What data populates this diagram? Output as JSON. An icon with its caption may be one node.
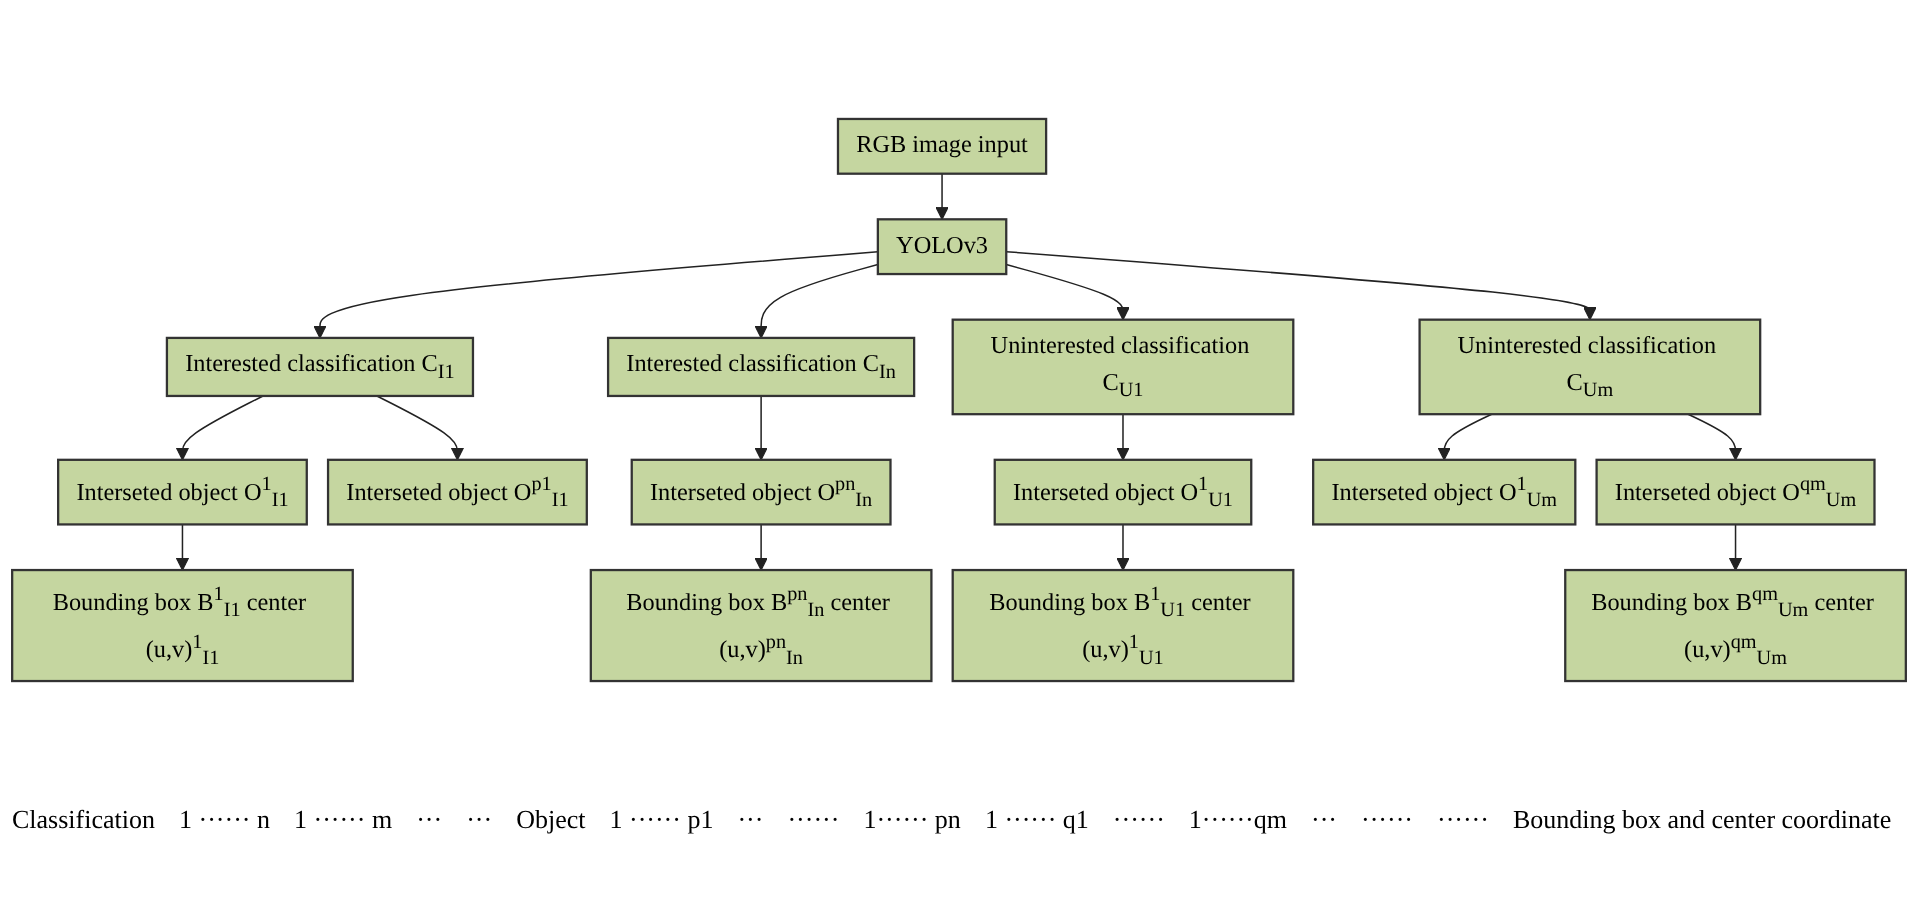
{
  "diagram": {
    "nodes": [
      {
        "text": [
          "RGB image input"
        ]
      },
      {
        "text": [
          "YOLOv3"
        ]
      },
      {
        "text": [
          "Interested classification C$_{I1}$"
        ]
      },
      {
        "text": [
          "Interested classification C$_{In}$"
        ]
      },
      {
        "text": [
          "Uninterested classification C$_{U1}$"
        ]
      },
      {
        "text": [
          "Uninterested classification C$_{Um}$"
        ]
      },
      {
        "text": [
          "Interseted object O$^{1}$$_{I1}$"
        ]
      },
      {
        "text": [
          "Interseted object O$^{p1}$$_{I1}$"
        ]
      },
      {
        "text": [
          "Interseted object O$^{pn}$$_{In}$"
        ]
      },
      {
        "text": [
          "Interseted object O$^{1}$$_{U1}$"
        ]
      },
      {
        "text": [
          "Interseted object O$^{1}$$_{Um}$"
        ]
      },
      {
        "text": [
          "Interseted object O$^{qm}$$_{Um}$"
        ]
      },
      {
        "text": [
          "Bounding box B$^{1}$$_{I1}$ center (u,v)$^{1}$$_{I1}$"
        ]
      },
      {
        "text": [
          "Bounding box B$^{pn}$$_{In}$ center (u,v)$^{pn}$$_{In}$"
        ]
      },
      {
        "text": [
          "Bounding box B$^{1}$$_{U1}$ center (u,v)$^{1}$$_{U1}$"
        ]
      },
      {
        "text": [
          "Bounding box B$^{qm}$$_{Um}$ center (u,v)$^{qm}$$_{Um}$"
        ]
      }
    ],
    "edges": [
      {
        "from": 0,
        "to": 1,
        "arrow": "to"
      },
      {
        "from": 1,
        "to": 2,
        "arrow": "to"
      },
      {
        "from": 1,
        "to": 3,
        "arrow": "to"
      },
      {
        "from": 1,
        "to": 4,
        "arrow": "to"
      },
      {
        "from": 1,
        "to": 5,
        "arrow": "to"
      },
      {
        "from": 2,
        "to": 6,
        "arrow": "to"
      },
      {
        "from": 2,
        "to": 7,
        "arrow": "to"
      },
      {
        "from": 3,
        "to": 8,
        "arrow": "to"
      },
      {
        "from": 4,
        "to": 9,
        "arrow": "to"
      },
      {
        "from": 5,
        "to": 10,
        "arrow": "to"
      },
      {
        "from": 5,
        "to": 11,
        "arrow": "to"
      },
      {
        "from": 6,
        "to": 12,
        "arrow": "to"
      },
      {
        "from": 8,
        "to": 13,
        "arrow": "to"
      },
      {
        "from": 9,
        "to": 14,
        "arrow": "to"
      },
      {
        "from": 11,
        "to": 15,
        "arrow": "to"
      }
    ],
    "labels": [
      "Classification",
      "1 ······ n",
      "1 ······ m",
      "···",
      "···",
      "Object",
      "1 ······ p1",
      "···",
      "······",
      "1······ pn",
      "1 ······ q1",
      "······",
      "1······qm",
      "···",
      "······",
      "······",
      "Bounding box and center coordinate"
    ]
  }
}
